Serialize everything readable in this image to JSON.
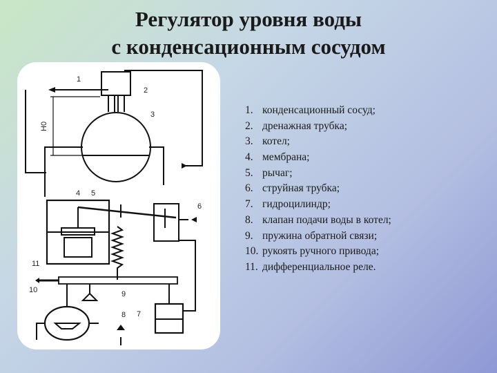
{
  "title": {
    "line1": "Регулятор уровня воды",
    "line2": "с конденсационным сосудом"
  },
  "legend": [
    {
      "num": "1.",
      "text": "конденсационный сосуд;"
    },
    {
      "num": "2.",
      "text": "дренажная трубка;"
    },
    {
      "num": "3.",
      "text": "котел;"
    },
    {
      "num": "4.",
      "text": "мембрана;"
    },
    {
      "num": "5.",
      "text": "рычаг;"
    },
    {
      "num": "6.",
      "text": "струйная трубка;"
    },
    {
      "num": "7.",
      "text": "гидроцилиндр;"
    },
    {
      "num": "8.",
      "text": "клапан подачи воды в котел;"
    },
    {
      "num": "9.",
      "text": "пружина обратной связи;"
    },
    {
      "num": "10.",
      "text": "рукоять ручного привода;"
    },
    {
      "num": "11.",
      "text": "дифференциальное реле."
    }
  ],
  "diagram": {
    "labels": {
      "n1": "1",
      "n2": "2",
      "n3": "3",
      "n4": "4",
      "n5": "5",
      "n6": "6",
      "n7": "7",
      "n8": "8",
      "n9": "9",
      "n10": "10",
      "n11": "11",
      "h0": "H0"
    }
  }
}
